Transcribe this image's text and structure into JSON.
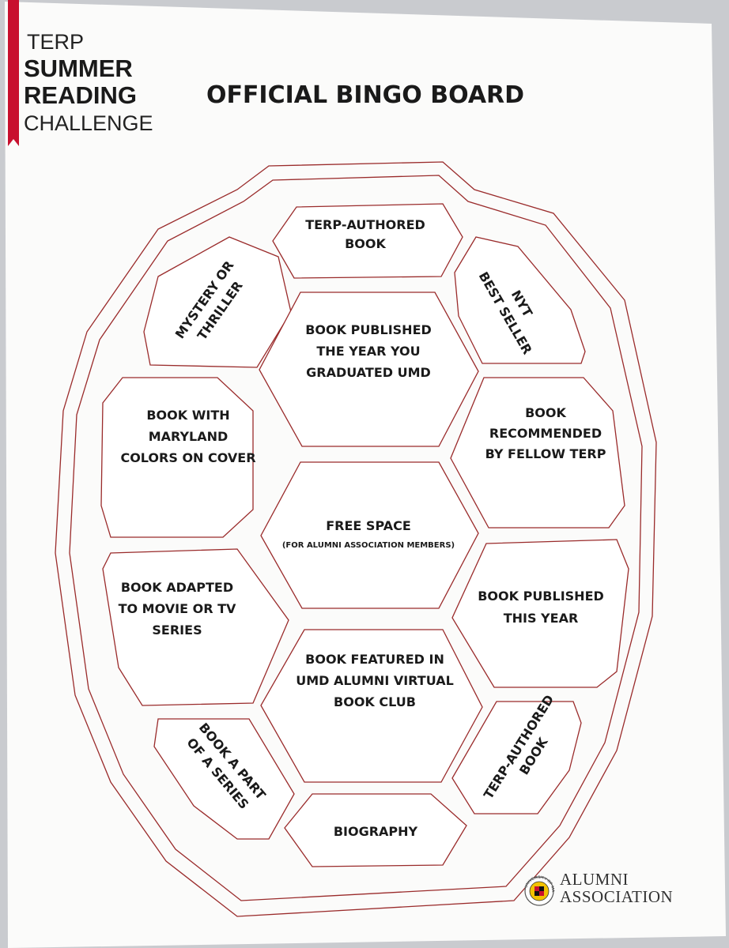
{
  "header": {
    "brand_line1": "TERP",
    "brand_line2": "SUMMER",
    "brand_line3": "READING",
    "brand_line4": "CHALLENGE",
    "title": "OFFICIAL BINGO BOARD"
  },
  "tiles": {
    "top_center": {
      "line1": "TERP-AUTHORED",
      "line2": "BOOK"
    },
    "top_left": {
      "line1": "MYSTERY OR",
      "line2": "THRILLER",
      "color": "#ecf52a"
    },
    "top_right": {
      "line1": "NYT",
      "line2": "BEST SELLER",
      "color": "#f4338f"
    },
    "upper_center": {
      "line1": "BOOK PUBLISHED",
      "line2": "THE YEAR YOU",
      "line3": "GRADUATED UMD"
    },
    "mid_left": {
      "line1": "BOOK WITH",
      "line2": "MARYLAND",
      "line3": "COLORS ON COVER"
    },
    "mid_right": {
      "line1": "BOOK",
      "line2": "RECOMMENDED",
      "line3": "BY FELLOW TERP"
    },
    "center": {
      "line1": "FREE SPACE",
      "line2": "(FOR ALUMNI ASSOCIATION MEMBERS)"
    },
    "lower_left": {
      "line1": "BOOK ADAPTED",
      "line2": "TO MOVIE OR TV",
      "line3": "SERIES",
      "color": "#2fa6c9"
    },
    "lower_right": {
      "line1": "BOOK PUBLISHED",
      "line2": "THIS YEAR",
      "color": "#ff9a3c"
    },
    "lower_center": {
      "line1": "BOOK FEATURED IN",
      "line2": "UMD ALUMNI VIRTUAL",
      "line3": "BOOK CLUB"
    },
    "bottom_left": {
      "line1": "BOOK A PART",
      "line2": "OF A SERIES",
      "color": "#9a4fc4"
    },
    "bottom_right": {
      "line1": "TERP-AUTHORED",
      "line2": "BOOK"
    },
    "bottom_center": {
      "line1": "BIOGRAPHY"
    }
  },
  "footer": {
    "seal_text": "UNIVERSITY OF MARYLAND",
    "org_line1": "ALUMNI",
    "org_line2": "ASSOCIATION"
  },
  "colors": {
    "paper": "#fbfbfa",
    "background": "#c9cbcf",
    "outline": "#9a2b2b",
    "ribbon": "#c8102e"
  }
}
